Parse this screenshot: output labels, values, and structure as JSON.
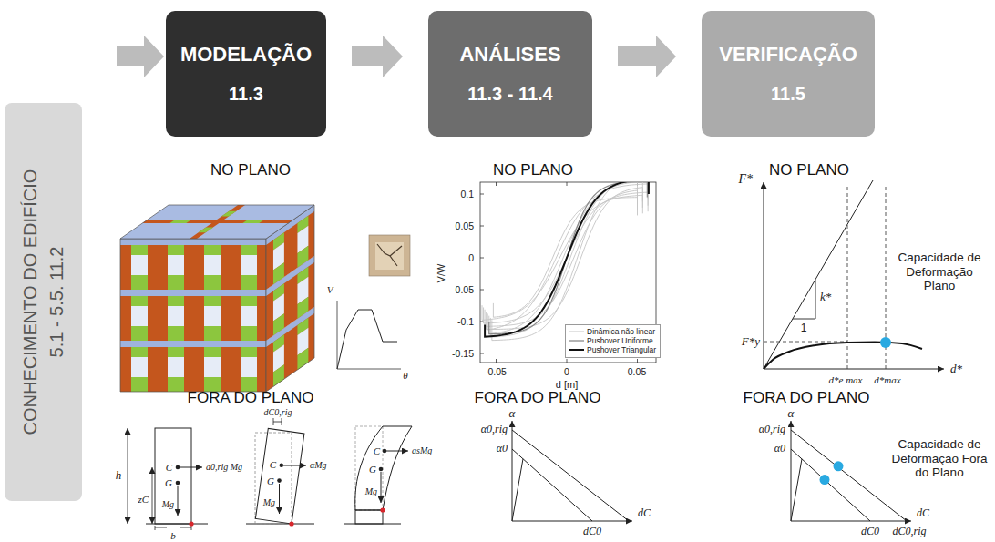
{
  "diagram": {
    "nodes": [
      {
        "text": [
          "MODELAÇÃO",
          "11.3"
        ]
      },
      {
        "text": [
          "ANÁLISES",
          "11.3 - 11.4"
        ]
      },
      {
        "text": [
          "VERIFICAÇÃO",
          "11.5"
        ]
      },
      {
        "text": [
          "CONHECIMENTO DO EDIFÍCIO",
          "5.1 - 5.5. 11.2"
        ]
      }
    ],
    "edges": [
      {
        "from": 0,
        "to": 1,
        "arrow": "to"
      },
      {
        "from": 1,
        "to": 2,
        "arrow": "to"
      }
    ],
    "labels": [
      "NO PLANO",
      "NO PLANO",
      "NO PLANO",
      "FORA DO PLANO",
      "FORA DO PLANO",
      "FORA DO PLANO",
      "Capacidade de Deformação Plano",
      "Capacidade de Deformação Fora do Plano",
      "0.1",
      "0.05",
      "0",
      "-0.05",
      "-0.1",
      "-0.15",
      "-0.05",
      "0",
      "0.05",
      "V/W",
      "d [m]",
      "F*",
      "k*",
      "1",
      "F*y",
      "d*",
      "d*e max",
      "d*max",
      "α",
      "α0,rig",
      "α0",
      "dC0",
      "dC",
      "α",
      "α0,rig",
      "α0",
      "dC",
      "dC0",
      "dC0,rig",
      "h",
      "C",
      "a0,rig Mg",
      "G",
      "zC",
      "Mg",
      "b",
      "dC0,rig",
      "C",
      "αMg",
      "G",
      "Mg",
      "C",
      "asMg",
      "G",
      "Mg",
      "V",
      "θ"
    ],
    "legend": [
      {
        "text": "Dinâmica não linear"
      },
      {
        "text": "Pushover Uniforme"
      },
      {
        "text": "Pushover Triangular"
      }
    ]
  }
}
